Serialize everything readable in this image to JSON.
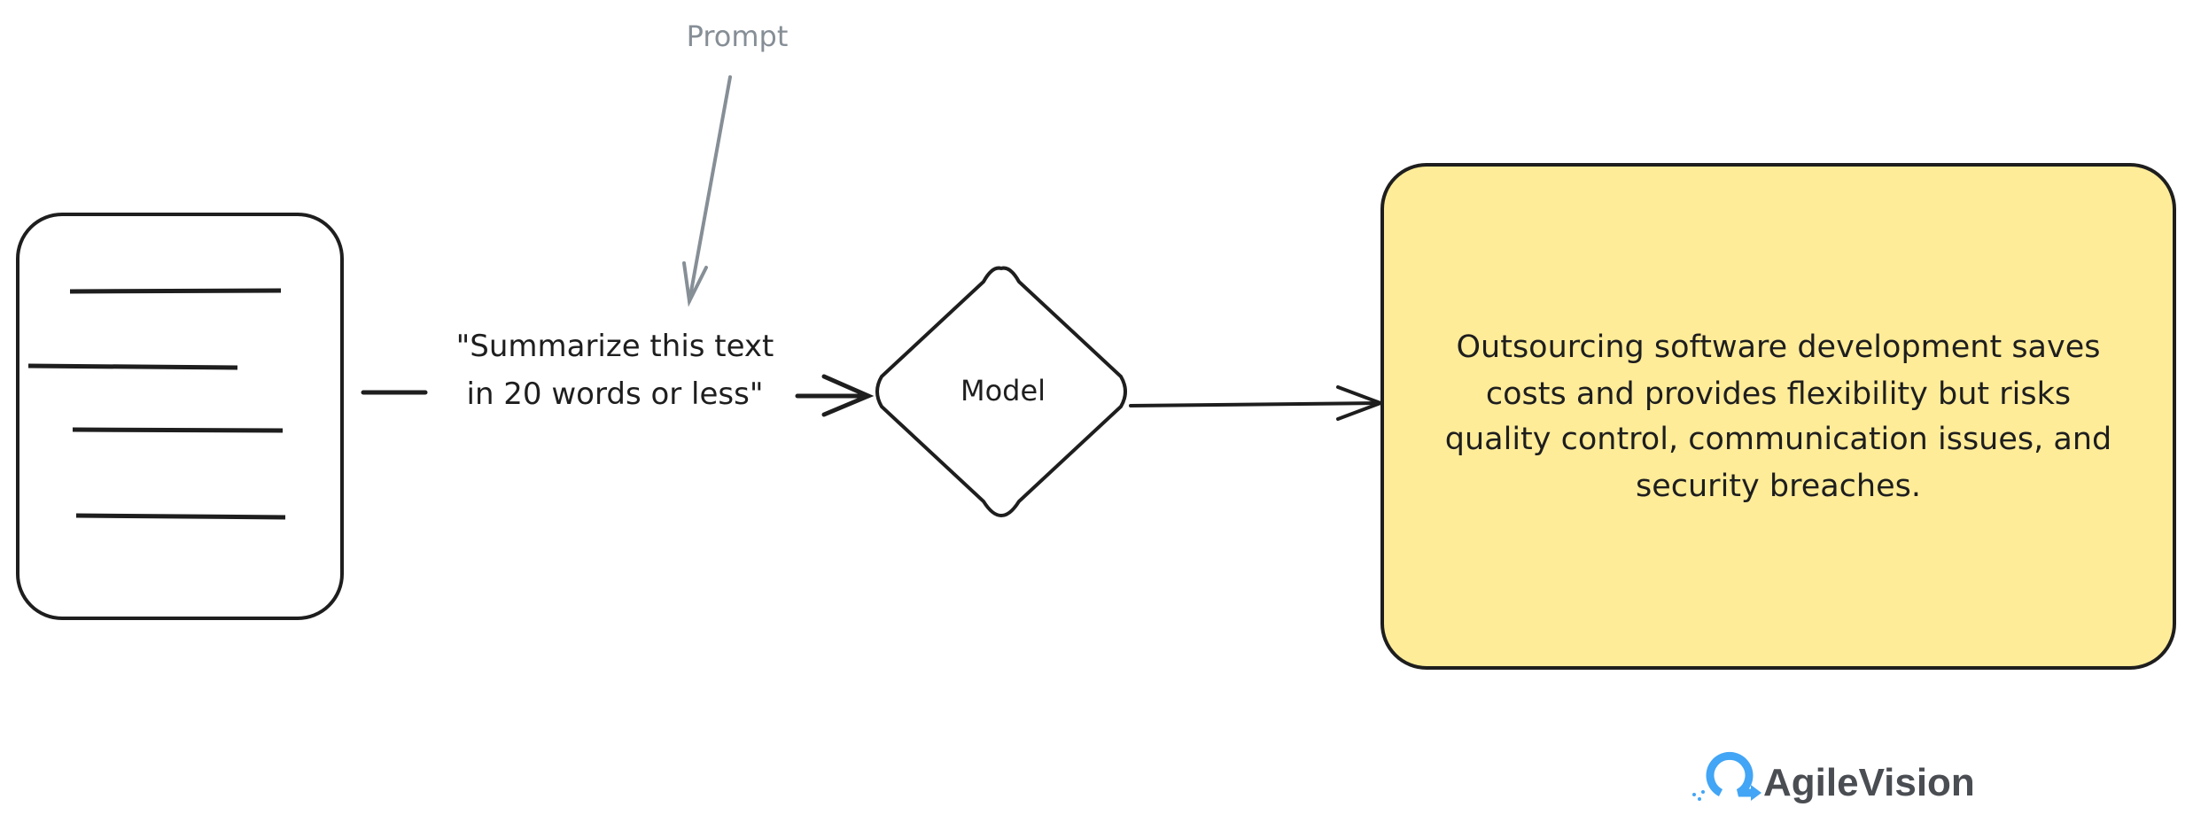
{
  "prompt_label": "Prompt",
  "instruction": {
    "line1": "\"Summarize this text",
    "line2": "in 20 words or less\""
  },
  "model_label": "Model",
  "output": {
    "lines": [
      "Outsourcing software development saves",
      "costs and provides flexibility but risks",
      "quality control, communication issues, and",
      "security breaches."
    ]
  },
  "logo": {
    "text": "AgileVision"
  },
  "colors": {
    "stroke": "#1e1e1e",
    "prompt": "#868e96",
    "output_fill": "#ffec99",
    "logo_blue": "#42a5f5",
    "logo_text": "#4a4d52"
  }
}
